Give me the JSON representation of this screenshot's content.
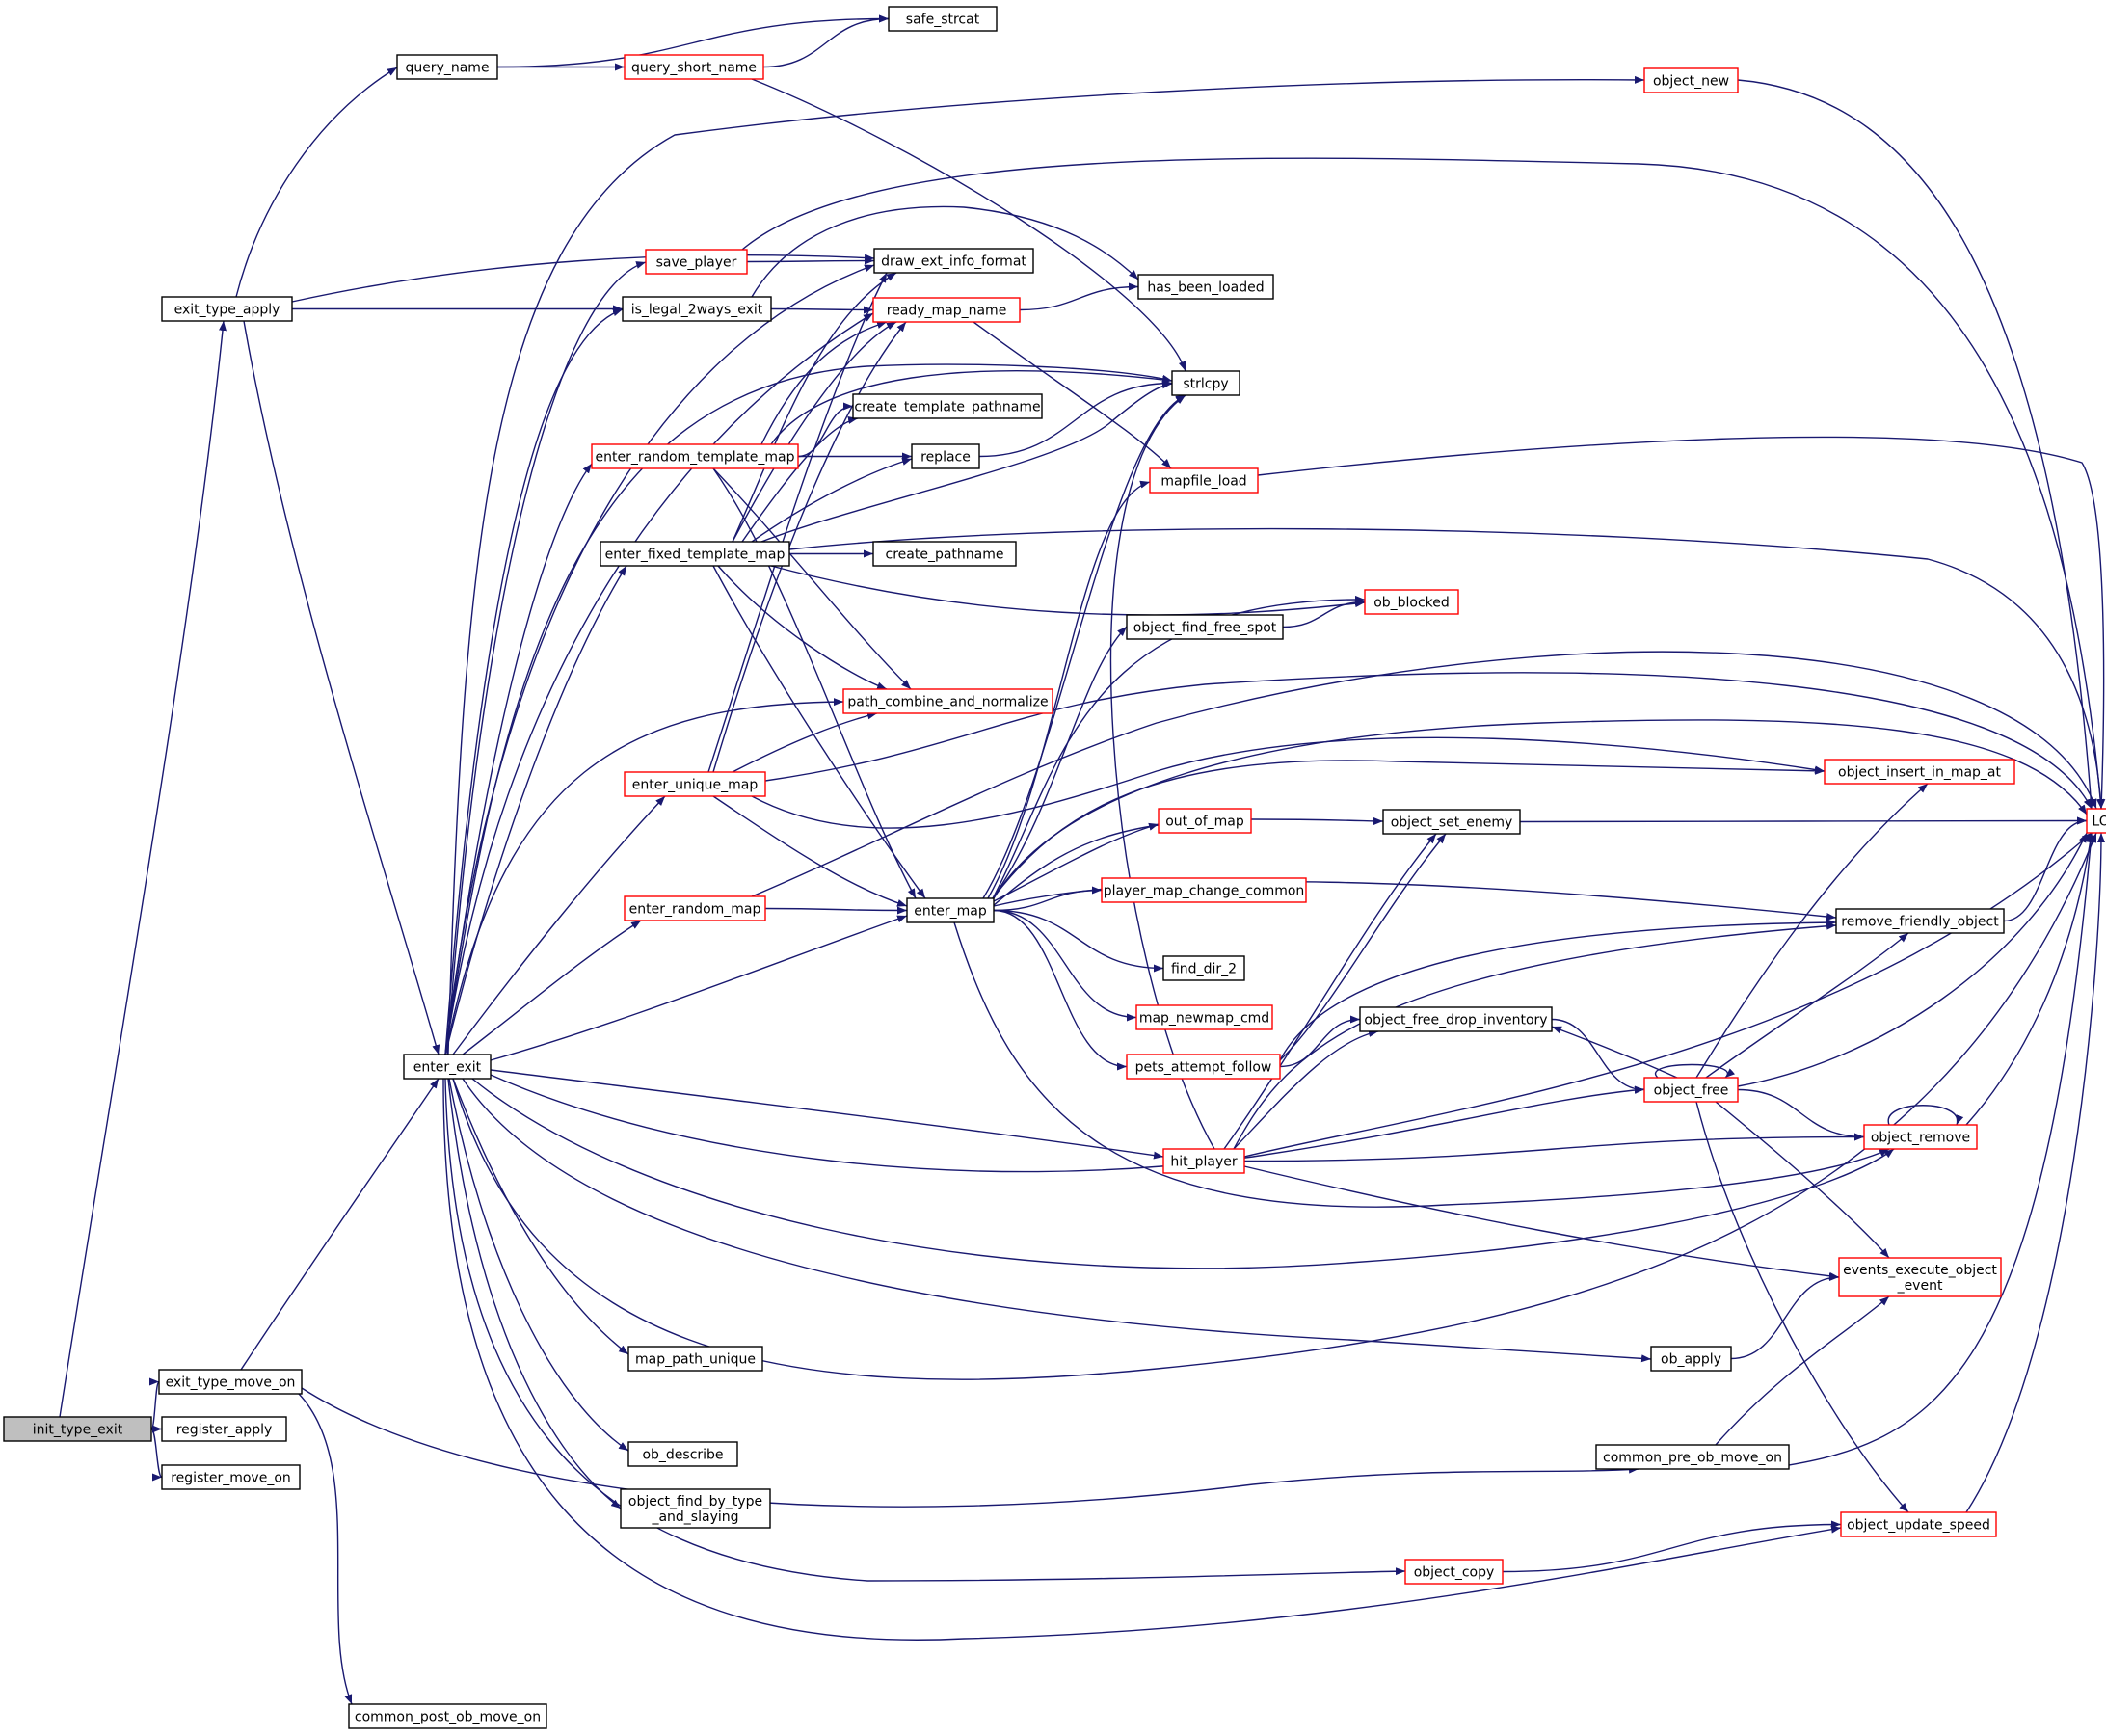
{
  "colors": {
    "edge": "#191970",
    "root_fill": "#bfbfbf",
    "node_fill": "#ffffff",
    "border_normal": "#000000",
    "border_truncated": "#ff0000"
  },
  "nodes": [
    {
      "id": "init_type_exit",
      "label": [
        "init_type_exit"
      ],
      "style": "root"
    },
    {
      "id": "exit_type_apply",
      "label": [
        "exit_type_apply"
      ],
      "style": "normal"
    },
    {
      "id": "exit_type_move_on",
      "label": [
        "exit_type_move_on"
      ],
      "style": "normal"
    },
    {
      "id": "register_apply",
      "label": [
        "register_apply"
      ],
      "style": "normal"
    },
    {
      "id": "register_move_on",
      "label": [
        "register_move_on"
      ],
      "style": "normal"
    },
    {
      "id": "query_name",
      "label": [
        "query_name"
      ],
      "style": "normal"
    },
    {
      "id": "safe_strcat",
      "label": [
        "safe_strcat"
      ],
      "style": "normal"
    },
    {
      "id": "query_short_name",
      "label": [
        "query_short_name"
      ],
      "style": "red"
    },
    {
      "id": "object_new",
      "label": [
        "object_new"
      ],
      "style": "red"
    },
    {
      "id": "save_player",
      "label": [
        "save_player"
      ],
      "style": "red"
    },
    {
      "id": "draw_ext_info_format",
      "label": [
        "draw_ext_info_format"
      ],
      "style": "normal"
    },
    {
      "id": "is_legal_2ways_exit",
      "label": [
        "is_legal_2ways_exit"
      ],
      "style": "normal"
    },
    {
      "id": "ready_map_name",
      "label": [
        "ready_map_name"
      ],
      "style": "red"
    },
    {
      "id": "has_been_loaded",
      "label": [
        "has_been_loaded"
      ],
      "style": "normal"
    },
    {
      "id": "strlcpy",
      "label": [
        "strlcpy"
      ],
      "style": "normal"
    },
    {
      "id": "create_template_pathname",
      "label": [
        "create_template_pathname"
      ],
      "style": "normal"
    },
    {
      "id": "enter_random_template_map",
      "label": [
        "enter_random_template_map"
      ],
      "style": "red"
    },
    {
      "id": "replace",
      "label": [
        "replace"
      ],
      "style": "normal"
    },
    {
      "id": "mapfile_load",
      "label": [
        "mapfile_load"
      ],
      "style": "red"
    },
    {
      "id": "enter_fixed_template_map",
      "label": [
        "enter_fixed_template_map"
      ],
      "style": "normal"
    },
    {
      "id": "create_pathname",
      "label": [
        "create_pathname"
      ],
      "style": "normal"
    },
    {
      "id": "ob_blocked",
      "label": [
        "ob_blocked"
      ],
      "style": "red"
    },
    {
      "id": "object_find_free_spot",
      "label": [
        "object_find_free_spot"
      ],
      "style": "normal"
    },
    {
      "id": "path_combine_and_normalize",
      "label": [
        "path_combine_and_normalize"
      ],
      "style": "red"
    },
    {
      "id": "enter_unique_map",
      "label": [
        "enter_unique_map"
      ],
      "style": "red"
    },
    {
      "id": "object_insert_in_map_at",
      "label": [
        "object_insert_in_map_at"
      ],
      "style": "red"
    },
    {
      "id": "LOG",
      "label": [
        "LOG"
      ],
      "style": "red"
    },
    {
      "id": "out_of_map",
      "label": [
        "out_of_map"
      ],
      "style": "red"
    },
    {
      "id": "object_set_enemy",
      "label": [
        "object_set_enemy"
      ],
      "style": "normal"
    },
    {
      "id": "player_map_change_common",
      "label": [
        "player_map_change_common"
      ],
      "style": "red"
    },
    {
      "id": "enter_random_map",
      "label": [
        "enter_random_map"
      ],
      "style": "red"
    },
    {
      "id": "enter_map",
      "label": [
        "enter_map"
      ],
      "style": "normal"
    },
    {
      "id": "remove_friendly_object",
      "label": [
        "remove_friendly_object"
      ],
      "style": "normal"
    },
    {
      "id": "find_dir_2",
      "label": [
        "find_dir_2"
      ],
      "style": "normal"
    },
    {
      "id": "map_newmap_cmd",
      "label": [
        "map_newmap_cmd"
      ],
      "style": "red"
    },
    {
      "id": "object_free_drop_inventory",
      "label": [
        "object_free_drop_inventory"
      ],
      "style": "normal"
    },
    {
      "id": "pets_attempt_follow",
      "label": [
        "pets_attempt_follow"
      ],
      "style": "red"
    },
    {
      "id": "enter_exit",
      "label": [
        "enter_exit"
      ],
      "style": "normal"
    },
    {
      "id": "object_free",
      "label": [
        "object_free"
      ],
      "style": "red"
    },
    {
      "id": "object_remove",
      "label": [
        "object_remove"
      ],
      "style": "red"
    },
    {
      "id": "hit_player",
      "label": [
        "hit_player"
      ],
      "style": "red"
    },
    {
      "id": "events_execute_object_event",
      "label": [
        "events_execute_object",
        "_event"
      ],
      "style": "red"
    },
    {
      "id": "map_path_unique",
      "label": [
        "map_path_unique"
      ],
      "style": "normal"
    },
    {
      "id": "ob_apply",
      "label": [
        "ob_apply"
      ],
      "style": "normal"
    },
    {
      "id": "ob_describe",
      "label": [
        "ob_describe"
      ],
      "style": "normal"
    },
    {
      "id": "common_pre_ob_move_on",
      "label": [
        "common_pre_ob_move_on"
      ],
      "style": "normal"
    },
    {
      "id": "object_find_by_type_and_slaying",
      "label": [
        "object_find_by_type",
        "_and_slaying"
      ],
      "style": "normal"
    },
    {
      "id": "object_update_speed",
      "label": [
        "object_update_speed"
      ],
      "style": "red"
    },
    {
      "id": "object_copy",
      "label": [
        "object_copy"
      ],
      "style": "red"
    },
    {
      "id": "common_post_ob_move_on",
      "label": [
        "common_post_ob_move_on"
      ],
      "style": "normal"
    }
  ],
  "edges": [
    [
      "init_type_exit",
      "exit_type_apply"
    ],
    [
      "init_type_exit",
      "exit_type_move_on"
    ],
    [
      "init_type_exit",
      "register_apply"
    ],
    [
      "init_type_exit",
      "register_move_on"
    ],
    [
      "exit_type_apply",
      "query_name"
    ],
    [
      "exit_type_apply",
      "draw_ext_info_format"
    ],
    [
      "exit_type_apply",
      "is_legal_2ways_exit"
    ],
    [
      "exit_type_apply",
      "enter_exit"
    ],
    [
      "exit_type_move_on",
      "enter_exit"
    ],
    [
      "exit_type_move_on",
      "common_pre_ob_move_on"
    ],
    [
      "exit_type_move_on",
      "common_post_ob_move_on"
    ],
    [
      "query_name",
      "safe_strcat"
    ],
    [
      "query_name",
      "query_short_name"
    ],
    [
      "query_short_name",
      "safe_strcat"
    ],
    [
      "query_short_name",
      "strlcpy"
    ],
    [
      "object_new",
      "LOG"
    ],
    [
      "save_player",
      "draw_ext_info_format"
    ],
    [
      "save_player",
      "LOG"
    ],
    [
      "is_legal_2ways_exit",
      "ready_map_name"
    ],
    [
      "is_legal_2ways_exit",
      "has_been_loaded"
    ],
    [
      "ready_map_name",
      "has_been_loaded"
    ],
    [
      "ready_map_name",
      "mapfile_load"
    ],
    [
      "replace",
      "strlcpy"
    ],
    [
      "mapfile_load",
      "LOG"
    ],
    [
      "enter_random_template_map",
      "create_template_pathname"
    ],
    [
      "enter_random_template_map",
      "replace"
    ],
    [
      "enter_random_template_map",
      "ready_map_name"
    ],
    [
      "enter_random_template_map",
      "strlcpy"
    ],
    [
      "enter_random_template_map",
      "path_combine_and_normalize"
    ],
    [
      "enter_random_template_map",
      "enter_map"
    ],
    [
      "enter_fixed_template_map",
      "create_pathname"
    ],
    [
      "enter_fixed_template_map",
      "create_template_pathname"
    ],
    [
      "enter_fixed_template_map",
      "replace"
    ],
    [
      "enter_fixed_template_map",
      "ready_map_name"
    ],
    [
      "enter_fixed_template_map",
      "draw_ext_info_format"
    ],
    [
      "enter_fixed_template_map",
      "strlcpy"
    ],
    [
      "enter_fixed_template_map",
      "LOG"
    ],
    [
      "enter_fixed_template_map",
      "ob_blocked"
    ],
    [
      "enter_fixed_template_map",
      "path_combine_and_normalize"
    ],
    [
      "enter_fixed_template_map",
      "enter_map"
    ],
    [
      "object_find_free_spot",
      "ob_blocked"
    ],
    [
      "enter_unique_map",
      "path_combine_and_normalize"
    ],
    [
      "enter_unique_map",
      "ready_map_name"
    ],
    [
      "enter_unique_map",
      "draw_ext_info_format"
    ],
    [
      "enter_unique_map",
      "LOG"
    ],
    [
      "enter_unique_map",
      "object_insert_in_map_at"
    ],
    [
      "enter_unique_map",
      "enter_map"
    ],
    [
      "enter_random_map",
      "enter_map"
    ],
    [
      "enter_random_map",
      "LOG"
    ],
    [
      "object_set_enemy",
      "LOG"
    ],
    [
      "remove_friendly_object",
      "LOG"
    ],
    [
      "enter_map",
      "strlcpy"
    ],
    [
      "enter_map",
      "mapfile_load"
    ],
    [
      "enter_map",
      "object_find_free_spot"
    ],
    [
      "enter_map",
      "object_insert_in_map_at"
    ],
    [
      "enter_map",
      "object_set_enemy"
    ],
    [
      "enter_map",
      "out_of_map"
    ],
    [
      "enter_map",
      "player_map_change_common"
    ],
    [
      "enter_map",
      "find_dir_2"
    ],
    [
      "enter_map",
      "map_newmap_cmd"
    ],
    [
      "enter_map",
      "pets_attempt_follow"
    ],
    [
      "enter_map",
      "remove_friendly_object"
    ],
    [
      "enter_map",
      "LOG"
    ],
    [
      "enter_map",
      "object_remove"
    ],
    [
      "enter_map",
      "ob_blocked"
    ],
    [
      "pets_attempt_follow",
      "object_free_drop_inventory"
    ],
    [
      "pets_attempt_follow",
      "remove_friendly_object"
    ],
    [
      "pets_attempt_follow",
      "object_set_enemy"
    ],
    [
      "object_free_drop_inventory",
      "object_free"
    ],
    [
      "object_free",
      "object_free"
    ],
    [
      "object_free",
      "object_free_drop_inventory"
    ],
    [
      "object_free",
      "remove_friendly_object"
    ],
    [
      "object_free",
      "object_insert_in_map_at"
    ],
    [
      "object_free",
      "LOG"
    ],
    [
      "object_free",
      "object_remove"
    ],
    [
      "object_free",
      "events_execute_object_event"
    ],
    [
      "object_free",
      "object_update_speed"
    ],
    [
      "object_remove",
      "object_remove"
    ],
    [
      "object_remove",
      "LOG"
    ],
    [
      "hit_player",
      "object_remove"
    ],
    [
      "hit_player",
      "object_free_drop_inventory"
    ],
    [
      "hit_player",
      "remove_friendly_object"
    ],
    [
      "hit_player",
      "LOG"
    ],
    [
      "hit_player",
      "events_execute_object_event"
    ],
    [
      "hit_player",
      "object_set_enemy"
    ],
    [
      "hit_player",
      "strlcpy"
    ],
    [
      "ob_apply",
      "events_execute_object_event"
    ],
    [
      "common_pre_ob_move_on",
      "events_execute_object_event"
    ],
    [
      "common_pre_ob_move_on",
      "LOG"
    ],
    [
      "object_update_speed",
      "LOG"
    ],
    [
      "object_copy",
      "object_update_speed"
    ],
    [
      "enter_exit",
      "object_new"
    ],
    [
      "enter_exit",
      "save_player"
    ],
    [
      "enter_exit",
      "is_legal_2ways_exit"
    ],
    [
      "enter_exit",
      "draw_ext_info_format"
    ],
    [
      "enter_exit",
      "ready_map_name"
    ],
    [
      "enter_exit",
      "strlcpy"
    ],
    [
      "enter_exit",
      "enter_random_template_map"
    ],
    [
      "enter_exit",
      "enter_fixed_template_map"
    ],
    [
      "enter_exit",
      "path_combine_and_normalize"
    ],
    [
      "enter_exit",
      "enter_unique_map"
    ],
    [
      "enter_exit",
      "enter_random_map"
    ],
    [
      "enter_exit",
      "enter_map"
    ],
    [
      "enter_exit",
      "hit_player"
    ],
    [
      "enter_exit",
      "object_free"
    ],
    [
      "enter_exit",
      "object_remove"
    ],
    [
      "enter_exit",
      "ob_apply"
    ],
    [
      "enter_exit",
      "map_path_unique"
    ],
    [
      "enter_exit",
      "LOG"
    ],
    [
      "enter_exit",
      "ob_describe"
    ],
    [
      "enter_exit",
      "object_find_by_type_and_slaying"
    ],
    [
      "enter_exit",
      "object_copy"
    ],
    [
      "enter_exit",
      "object_update_speed"
    ]
  ]
}
